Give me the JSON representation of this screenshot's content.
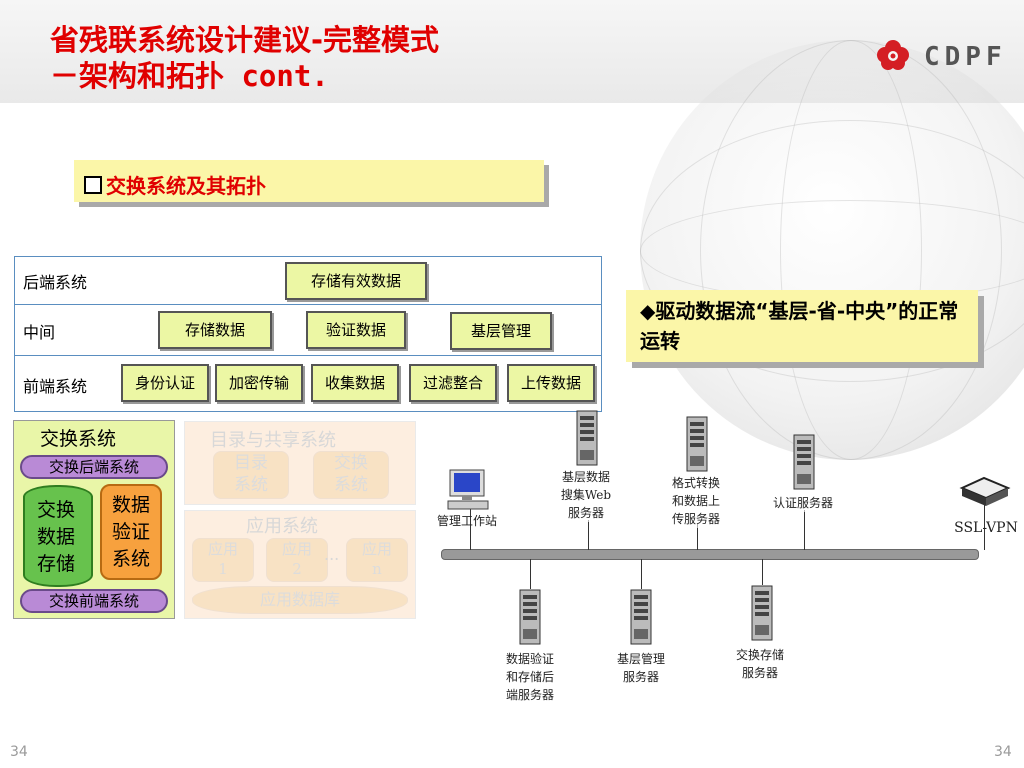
{
  "header": {
    "title_line1": "省残联系统设计建议-完整模式",
    "title_line2": "－架构和拓扑 cont.",
    "logo_text": "CDPF"
  },
  "section": {
    "label": "交换系统及其拓扑"
  },
  "architecture": {
    "rows": [
      {
        "label": "后端系统",
        "boxes": [
          "存储有效数据"
        ]
      },
      {
        "label": "中间",
        "boxes": [
          "存储数据",
          "验证数据",
          "基层管理"
        ]
      },
      {
        "label": "前端系统",
        "boxes": [
          "身份认证",
          "加密传输",
          "收集数据",
          "过滤整合",
          "上传数据"
        ]
      }
    ]
  },
  "exchange": {
    "title": "交换系统",
    "backend": "交换后端系统",
    "storage": "交换\n数据\n存储",
    "verify": "数据\n验证\n系统",
    "frontend": "交换前端系统"
  },
  "faded": {
    "directory_title": "目录与共享系统",
    "directory_box1": "目录\n系统",
    "directory_box2": "交换\n系统",
    "app_title": "应用系统",
    "app1": "应用\n1",
    "app2": "应用\n2",
    "appn": "应用\nn",
    "dots": "...",
    "app_db": "应用数据库"
  },
  "callout": {
    "text": "◆驱动数据流“基层-省-中央”的正常运转"
  },
  "network": {
    "workstation": "管理工作站",
    "web_server": "基层数据\n搜集Web\n服务器",
    "convert_server": "格式转换\n和数据上\n传服务器",
    "auth_server": "认证服务器",
    "vpn": "SSL-VPN",
    "verify_server": "数据验证\n和存储后\n端服务器",
    "mgmt_server": "基层管理\n服务器",
    "store_server": "交换存储\n服务器"
  },
  "footer": {
    "page_left": "34",
    "page_right": "34"
  }
}
